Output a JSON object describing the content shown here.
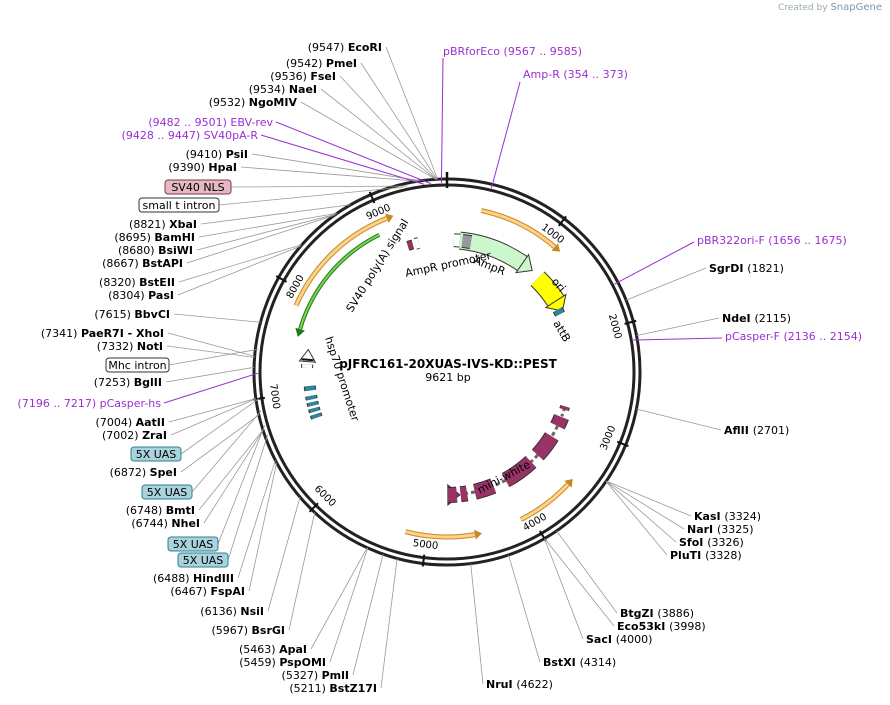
{
  "credit": {
    "prefix": "Created by",
    "brand": "SnapGene"
  },
  "plasmid": {
    "name": "pJFRC161-20XUAS-IVS-KD::PEST",
    "size_label": "9621 bp",
    "length": 9621
  },
  "ticks": [
    {
      "pos": 1000,
      "label": "1000"
    },
    {
      "pos": 2000,
      "label": "2000"
    },
    {
      "pos": 3000,
      "label": "3000"
    },
    {
      "pos": 4000,
      "label": "4000"
    },
    {
      "pos": 5000,
      "label": "5000"
    },
    {
      "pos": 6000,
      "label": "6000"
    },
    {
      "pos": 7000,
      "label": "7000"
    },
    {
      "pos": 8000,
      "label": "8000"
    },
    {
      "pos": 9000,
      "label": "9000"
    }
  ],
  "sites_left": [
    {
      "name": "EcoRI",
      "pos": "(9547)",
      "at": 9547
    },
    {
      "name": "PmeI",
      "pos": "(9542)",
      "at": 9542
    },
    {
      "name": "FseI",
      "pos": "(9536)",
      "at": 9536
    },
    {
      "name": "NaeI",
      "pos": "(9534)",
      "at": 9534
    },
    {
      "name": "NgoMIV",
      "pos": "(9532)",
      "at": 9532
    },
    {
      "name": "PsiI",
      "pos": "(9410)",
      "at": 9410
    },
    {
      "name": "HpaI",
      "pos": "(9390)",
      "at": 9390
    },
    {
      "name": "XbaI",
      "pos": "(8821)",
      "at": 8821
    },
    {
      "name": "BamHI",
      "pos": "(8695)",
      "at": 8695
    },
    {
      "name": "BsiWI",
      "pos": "(8680)",
      "at": 8680
    },
    {
      "name": "BstAPI",
      "pos": "(8667)",
      "at": 8667
    },
    {
      "name": "BstEII",
      "pos": "(8320)",
      "at": 8320
    },
    {
      "name": "PasI",
      "pos": "(8304)",
      "at": 8304
    },
    {
      "name": "BbvCI",
      "pos": "(7615)",
      "at": 7615
    },
    {
      "name": "PaeR7I - XhoI",
      "pos": "(7341)",
      "at": 7341
    },
    {
      "name": "NotI",
      "pos": "(7332)",
      "at": 7332
    },
    {
      "name": "BglII",
      "pos": "(7253)",
      "at": 7253
    },
    {
      "name": "AatII",
      "pos": "(7004)",
      "at": 7004
    },
    {
      "name": "ZraI",
      "pos": "(7002)",
      "at": 7002
    },
    {
      "name": "SpeI",
      "pos": "(6872)",
      "at": 6872
    },
    {
      "name": "BmtI",
      "pos": "(6748)",
      "at": 6748
    },
    {
      "name": "NheI",
      "pos": "(6744)",
      "at": 6744
    },
    {
      "name": "HindIII",
      "pos": "(6488)",
      "at": 6488
    },
    {
      "name": "FspAI",
      "pos": "(6467)",
      "at": 6467
    },
    {
      "name": "NsiI",
      "pos": "(6136)",
      "at": 6136
    },
    {
      "name": "BsrGI",
      "pos": "(5967)",
      "at": 5967
    },
    {
      "name": "ApaI",
      "pos": "(5463)",
      "at": 5463
    },
    {
      "name": "PspOMI",
      "pos": "(5459)",
      "at": 5459
    },
    {
      "name": "PmlI",
      "pos": "(5327)",
      "at": 5327
    },
    {
      "name": "BstZ17I",
      "pos": "(5211)",
      "at": 5211
    }
  ],
  "sites_right": [
    {
      "name": "SgrDI",
      "pos": "(1821)",
      "at": 1821
    },
    {
      "name": "NdeI",
      "pos": "(2115)",
      "at": 2115
    },
    {
      "name": "AflII",
      "pos": "(2701)",
      "at": 2701
    },
    {
      "name": "KasI",
      "pos": "(3324)",
      "at": 3324
    },
    {
      "name": "NarI",
      "pos": "(3325)",
      "at": 3325
    },
    {
      "name": "SfoI",
      "pos": "(3326)",
      "at": 3326
    },
    {
      "name": "PluTI",
      "pos": "(3328)",
      "at": 3328
    },
    {
      "name": "BtgZI",
      "pos": "(3886)",
      "at": 3886
    },
    {
      "name": "Eco53kI",
      "pos": "(3998)",
      "at": 3998
    },
    {
      "name": "SacI",
      "pos": "(4000)",
      "at": 4000
    },
    {
      "name": "BstXI",
      "pos": "(4314)",
      "at": 4314
    },
    {
      "name": "NruI",
      "pos": "(4622)",
      "at": 4622
    }
  ],
  "primers": [
    {
      "name": "pBRforEco",
      "range": "(9567 .. 9585)",
      "at": 9576
    },
    {
      "name": "Amp-R",
      "range": "(354 .. 373)",
      "at": 363
    },
    {
      "name": "EBV-rev",
      "range": "(9482 .. 9501)",
      "at": 9491
    },
    {
      "name": "SV40pA-R",
      "range": "(9428 .. 9447)",
      "at": 9437
    },
    {
      "name": "pBR322ori-F",
      "range": "(1656 .. 1675)",
      "at": 1665
    },
    {
      "name": "pCasper-F",
      "range": "(2136 .. 2154)",
      "at": 2145
    },
    {
      "name": "pCasper-hs",
      "range": "(7196 .. 7217)",
      "at": 7206
    }
  ],
  "boxed_labels": [
    {
      "text": "SV40 NLS",
      "style": "pink"
    },
    {
      "text": "small t intron",
      "style": "white"
    },
    {
      "text": "Mhc intron",
      "style": "white"
    },
    {
      "text": "5X UAS",
      "style": "blue"
    },
    {
      "text": "5X UAS",
      "style": "blue"
    },
    {
      "text": "5X UAS",
      "style": "blue"
    },
    {
      "text": "5X UAS",
      "style": "blue"
    }
  ],
  "features": {
    "sv40_polya": "SV40 poly(A) signal",
    "ampr_promoter": "AmpR promoter",
    "ampr": "AmpR",
    "ori": "ori",
    "attb": "attB",
    "mini_white": "mini-white",
    "hsp70": "hsp70 promoter"
  },
  "colors": {
    "ampr": "#ccf7cc",
    "ori": "#ffff00",
    "attb": "#31849b",
    "mini_white": "#993366",
    "uas": "#31849b",
    "primer": "#9a2fd0",
    "orf_arrow": "#f6a623",
    "green_arrow": "#33aa22"
  }
}
